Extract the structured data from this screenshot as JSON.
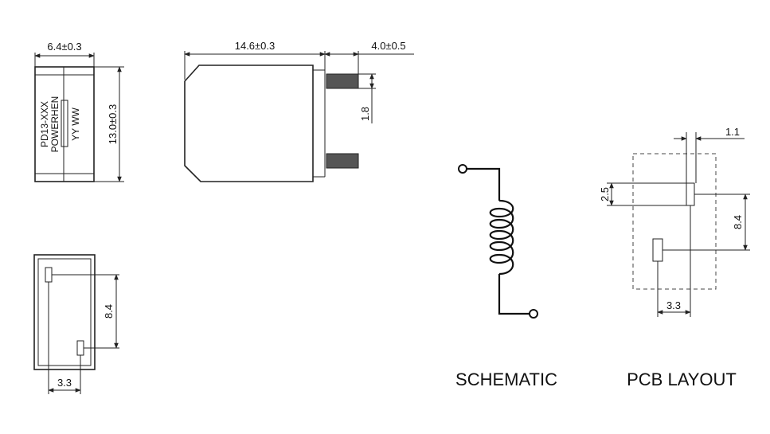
{
  "top_view": {
    "width_dim": "6.4±0.3",
    "height_dim": "13.0±0.3",
    "marking": [
      "PD13-XXX",
      "POWERHEN",
      "YY WW"
    ]
  },
  "side_view": {
    "length_dim": "14.6±0.3",
    "pin_length_dim": "4.0±0.5",
    "pin_gap_dim": "1.8"
  },
  "bottom_view": {
    "pin_spacing_dim": "8.4",
    "pin_offset_dim": "3.3"
  },
  "schematic": {
    "caption": "SCHEMATIC"
  },
  "pcb_layout": {
    "caption": "PCB LAYOUT",
    "pad_width_dim": "1.1",
    "pad_length_dim": "2.5",
    "pad_spacing_dim": "8.4",
    "pad_offset_dim": "3.3"
  }
}
